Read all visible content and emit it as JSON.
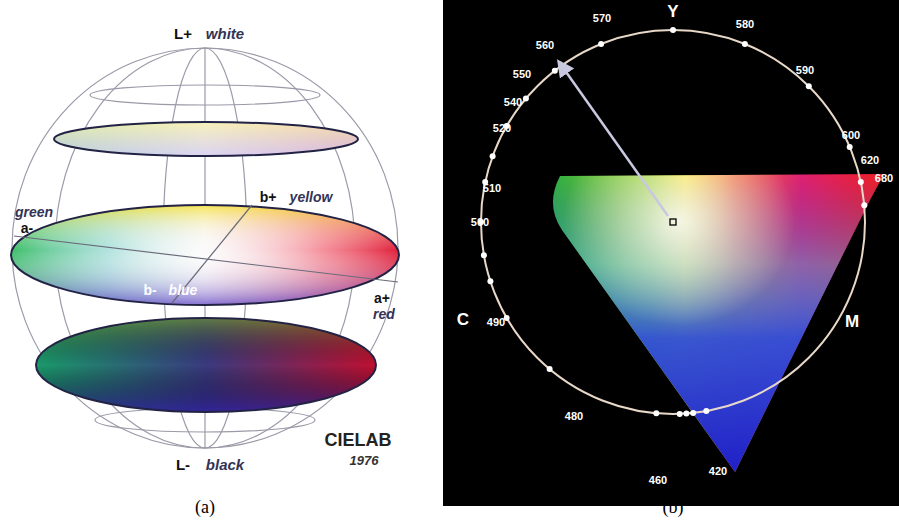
{
  "diagram": {
    "labels": [
      "L+",
      "white",
      "b+",
      "yellow",
      "green",
      "a-",
      "b-",
      "blue",
      "a+",
      "red",
      "L-",
      "black",
      "CIELAB",
      "1976",
      "(a)",
      "Y",
      "570",
      "580",
      "590",
      "600",
      "620",
      "680",
      "560",
      "550",
      "540",
      "520",
      "510",
      "500",
      "C",
      "490",
      "M",
      "480",
      "460",
      "420",
      "(b)"
    ]
  }
}
